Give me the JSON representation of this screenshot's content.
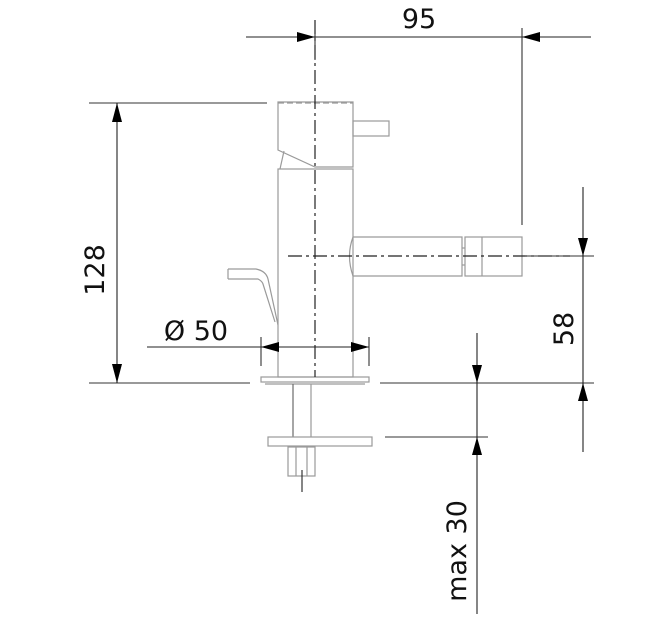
{
  "drawing": {
    "type": "technical-dimension-drawing",
    "subject": "bidet mixer tap (side elevation)",
    "units": "mm",
    "colors": {
      "dimension_lines": "#222222",
      "part_outline": "#9a9a9a",
      "text": "#111111",
      "background": "#ffffff"
    }
  },
  "dimensions": {
    "projection_width": {
      "label": "95",
      "value": 95,
      "orientation": "horizontal"
    },
    "total_height": {
      "label": "128",
      "value": 128,
      "orientation": "vertical"
    },
    "base_diameter": {
      "label": "Ø 50",
      "value": 50,
      "orientation": "horizontal"
    },
    "spout_height": {
      "label": "58",
      "value": 58,
      "orientation": "vertical"
    },
    "max_counter_thickness": {
      "label": "max 30",
      "value": 30,
      "qualifier": "max",
      "orientation": "vertical"
    }
  }
}
